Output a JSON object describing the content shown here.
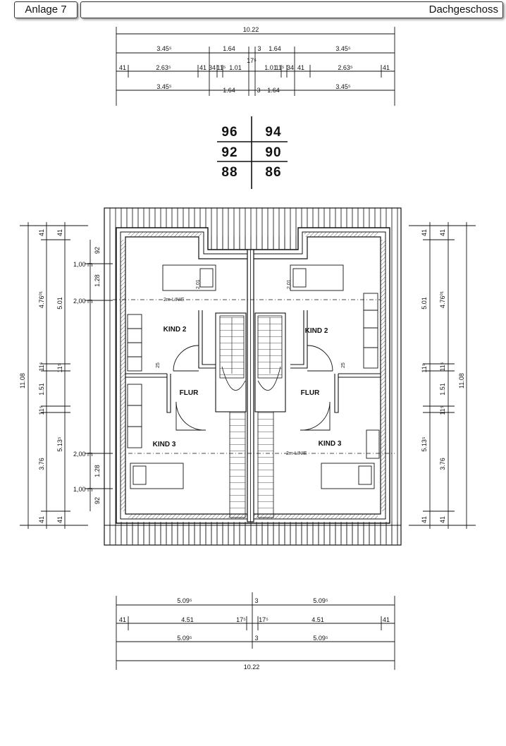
{
  "header": {
    "left_label": "Anlage 7",
    "right_label": "Dachgeschoss"
  },
  "plot_numbers": {
    "rows": [
      [
        "96",
        "94"
      ],
      [
        "92",
        "90"
      ],
      [
        "88",
        "86"
      ]
    ]
  },
  "top_dims": {
    "overall": "10.22",
    "row1": [
      "3.45⁵",
      "1.64",
      "3",
      "1.64",
      "3.45⁵"
    ],
    "row1_extra": "17⁵",
    "row2": [
      "41",
      "2.63⁵",
      "41",
      "34",
      "11⁵",
      "1.01",
      "1.01",
      "11⁵",
      "34",
      "41",
      "2.63⁵",
      "41"
    ],
    "row3": [
      "3.45⁵",
      "1.64",
      "3",
      "1.64",
      "3.45⁵"
    ]
  },
  "bottom_dims": {
    "row1": [
      "5.09⁵",
      "3",
      "5.09⁵"
    ],
    "row2": [
      "41",
      "4.51",
      "17⁵",
      "17⁵",
      "4.51",
      "41"
    ],
    "row3": [
      "5.09⁵",
      "3",
      "5.09⁵"
    ],
    "overall": "10.22"
  },
  "left_dims": {
    "overall": "11.08",
    "col_a": [
      "41",
      "4.76⁰¹",
      "11⁵",
      "1.51",
      "11⁵",
      "3.76",
      "41"
    ],
    "col_b": [
      "41",
      "5.01",
      "11⁵",
      "5.13⁵",
      "41"
    ],
    "heights": [
      "92",
      "1.28",
      "1.28",
      "92"
    ],
    "levels": [
      "1,00 m",
      "2,00 m",
      "2,00 m",
      "1,00 m"
    ]
  },
  "right_dims": {
    "overall": "11.08",
    "col_a": [
      "41",
      "5.01",
      "11⁵",
      "5.13⁵",
      "41"
    ],
    "col_b": [
      "41",
      "4.76⁰¹",
      "11⁵",
      "1.51",
      "11⁵",
      "3.76",
      "41"
    ]
  },
  "rooms": {
    "kind2_left": "KIND 2",
    "kind2_right": "KIND 2",
    "flur_left": "FLUR",
    "flur_right": "FLUR",
    "kind3_left": "KIND 3",
    "kind3_right": "KIND 3",
    "linie_top": "2m-LINIE",
    "linie_bottom": "2m-LINIE",
    "door_left": "2,01",
    "door_right": "2,01",
    "door_small_left": "25",
    "door_small_right": "25"
  }
}
